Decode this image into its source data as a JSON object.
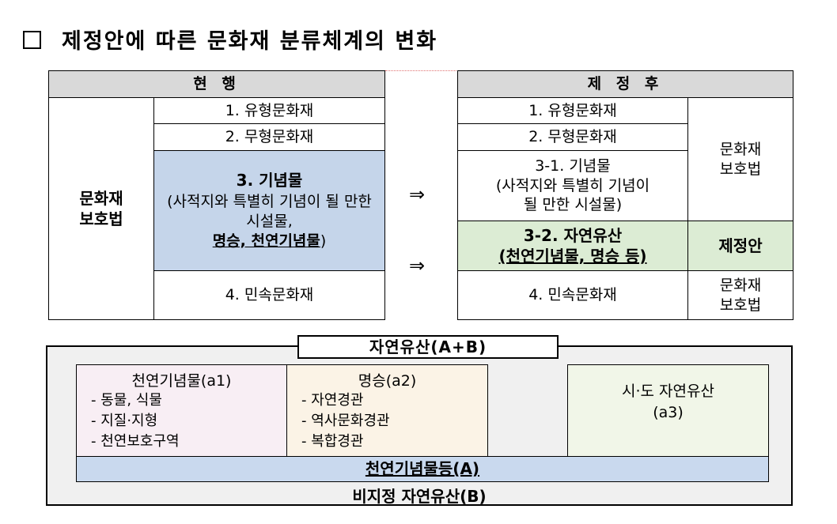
{
  "title": "제정안에 따른 문화재 분류체계의 변화",
  "current": {
    "header": "현 행",
    "law": "문화재\n보호법",
    "items": [
      "1. 유형문화재",
      "2. 무형문화재"
    ],
    "monument": {
      "title": "3. 기념물",
      "desc_prefix": "(사적지와 특별히 기념이 될 만한 시설물,",
      "desc_underlined": "명승, 천연기념물",
      "desc_suffix": ")"
    },
    "folk": "4. 민속문화재"
  },
  "arrow": "⇒",
  "proposed": {
    "header": "제 정 후",
    "items": [
      "1. 유형문화재",
      "2. 무형문화재"
    ],
    "monument": "3-1. 기념물\n(사적지와 특별히 기념이\n될 만한 시설물)",
    "natural": {
      "title": "3-2. 자연유산",
      "desc": "(천연기념물, 명승 등)"
    },
    "folk": "4. 민속문화재",
    "law_top": "문화재\n보호법",
    "law_mid": "제정안",
    "law_bottom": "문화재\n보호법"
  },
  "diagram": {
    "outer_label": "자연유산(A+B)",
    "natural_monument": {
      "title": "천연기념물(a1)",
      "items": [
        "- 동물, 식물",
        "- 지질·지형",
        "- 천연보호구역"
      ]
    },
    "scenic": {
      "title": "명승(a2)",
      "items": [
        "- 자연경관",
        "- 역사문화경관",
        "- 복합경관"
      ]
    },
    "local": {
      "title": "시·도 자연유산",
      "code": "(a3)"
    },
    "designated": "천연기념물등(A)",
    "undesignated": "비지정 자연유산(B)"
  },
  "colors": {
    "header_gray": "#d9d9d9",
    "monument_blue": "#c5d5ea",
    "natural_green": "#dcecd4",
    "pink": "#f8eef4",
    "cream": "#fbf3e6",
    "light_green": "#f1f6e8",
    "designated_blue": "#c9d9ee",
    "outer_gray": "#f0f0f0"
  }
}
